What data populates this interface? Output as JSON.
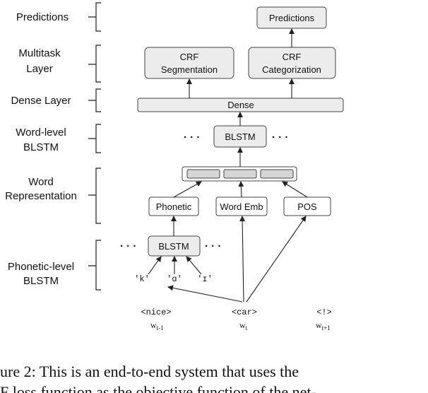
{
  "side_labels": {
    "predictions": "Predictions",
    "multitask_line1": "Multitask",
    "multitask_line2": "Layer",
    "dense_layer": "Dense Layer",
    "word_level_line1": "Word-level",
    "word_level_line2": "BLSTM",
    "word_rep_line1": "Word",
    "word_rep_line2": "Representation",
    "phonetic_level_line1": "Phonetic-level",
    "phonetic_level_line2": "BLSTM"
  },
  "boxes": {
    "predictions": "Predictions",
    "crf_seg_line1": "CRF",
    "crf_seg_line2": "Segmentation",
    "crf_cat_line1": "CRF",
    "crf_cat_line2": "Categorization",
    "dense": "Dense",
    "word_blstm": "BLSTM",
    "phonetic": "Phonetic",
    "word_emb": "Word Emb",
    "pos": "POS",
    "phonetic_blstm": "BLSTM"
  },
  "ellipsis": "· · ·",
  "phonemes": [
    "'k'",
    "'ɑ'",
    "'ɪ'"
  ],
  "tokens": [
    {
      "text": "<nice>",
      "w": "w",
      "sub": "t-1"
    },
    {
      "text": "<car>",
      "w": "w",
      "sub": "t"
    },
    {
      "text": "<!>",
      "w": "w",
      "sub": "t+1"
    }
  ],
  "caption": {
    "line1": "ure 2:   This is an end-to-end system that uses the",
    "line2": "F loss function as the objective function of the net-"
  },
  "colors": {
    "box_fill": "#ececec",
    "stroke": "#444444",
    "arrow": "#222222"
  }
}
